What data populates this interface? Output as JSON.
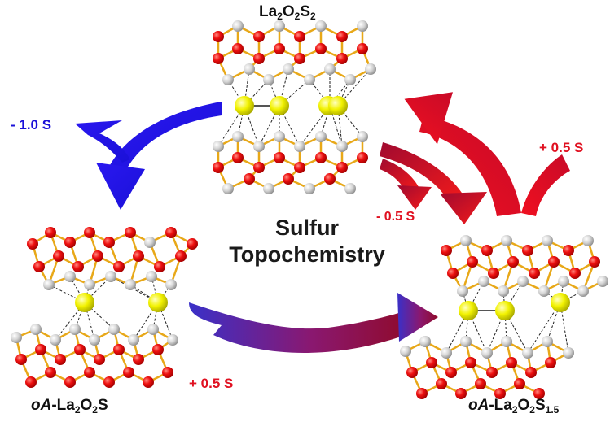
{
  "colors": {
    "blue_arrow": "#1a10e0",
    "red_arrow": "#e01020",
    "dark_red_arrow": "#8a0a30",
    "purple_arrow": "#4a2ab0",
    "oxygen_atom": "#e80000",
    "lanthanum_atom": "#d8d8d8",
    "sulfur_atom": "#f2f200",
    "bond": "#e8a818",
    "blue_text": "#1a10d8",
    "red_text": "#e01020"
  },
  "labels": {
    "top_compound": {
      "base": "La",
      "s1": "2",
      "m": "O",
      "s2": "2",
      "e": "S",
      "s3": "2"
    },
    "left_compound": {
      "prefix": "oA",
      "base": "-La",
      "s1": "2",
      "m": "O",
      "s2": "2",
      "e": "S"
    },
    "right_compound": {
      "prefix": "oA",
      "base": "-La",
      "s1": "2",
      "m": "O",
      "s2": "2",
      "e": "S",
      "s3": "1.5"
    },
    "center_line1": "Sulfur",
    "center_line2": "Topochemistry",
    "minus_one_s": "- 1.0 S",
    "plus_half_s_right": "+ 0.5 S",
    "minus_half_s": "- 0.5 S",
    "plus_half_s_bottom": "+ 0.5 S"
  }
}
